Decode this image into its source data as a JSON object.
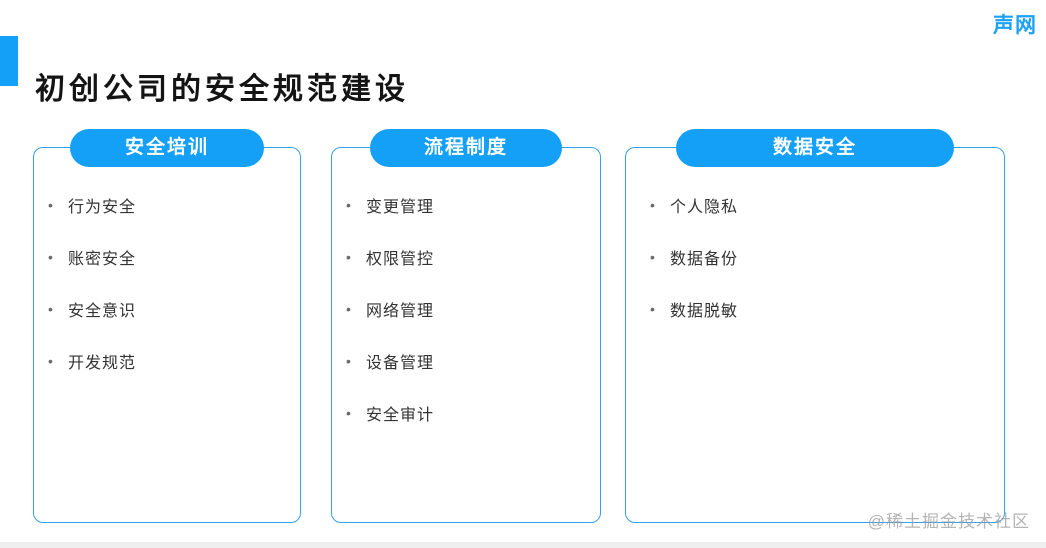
{
  "brand": {
    "logo_text": "声网"
  },
  "header": {
    "title": "初创公司的安全规范建设"
  },
  "columns": [
    {
      "header": "安全培训",
      "items": [
        "行为安全",
        "账密安全",
        "安全意识",
        "开发规范"
      ]
    },
    {
      "header": "流程制度",
      "items": [
        "变更管理",
        "权限管控",
        "网络管理",
        "设备管理",
        "安全审计"
      ]
    },
    {
      "header": "数据安全",
      "items": [
        "个人隐私",
        "数据备份",
        "数据脱敏"
      ]
    }
  ],
  "watermark": "@稀土掘金技术社区",
  "colors": {
    "accent_blue": "#14a0f6",
    "card_border_blue": "#35a2ee",
    "logo_blue": "#1da1f7",
    "title_text": "#141414",
    "item_text": "#333333",
    "watermark_gray": "#9b9b9b",
    "bottom_strip_gray": "#efefef"
  }
}
